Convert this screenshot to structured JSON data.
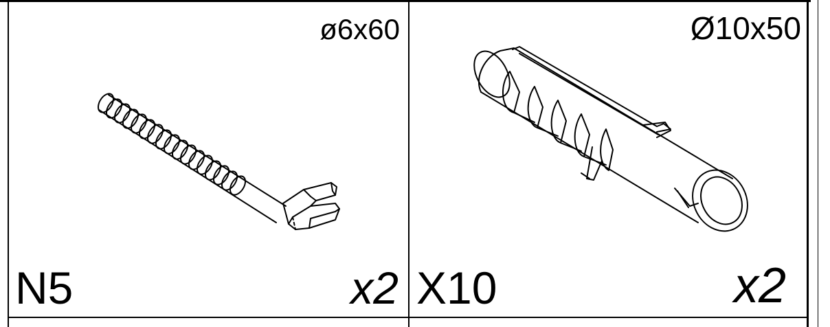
{
  "items": [
    {
      "dimension": "ø6x60",
      "code": "N5",
      "quantity": "x2",
      "icon": "hook-screw-icon"
    },
    {
      "dimension": "Ø10x50",
      "code": "X10",
      "quantity": "x2",
      "icon": "wall-plug-icon"
    }
  ],
  "colors": {
    "line": "#000000",
    "background": "#ffffff"
  }
}
